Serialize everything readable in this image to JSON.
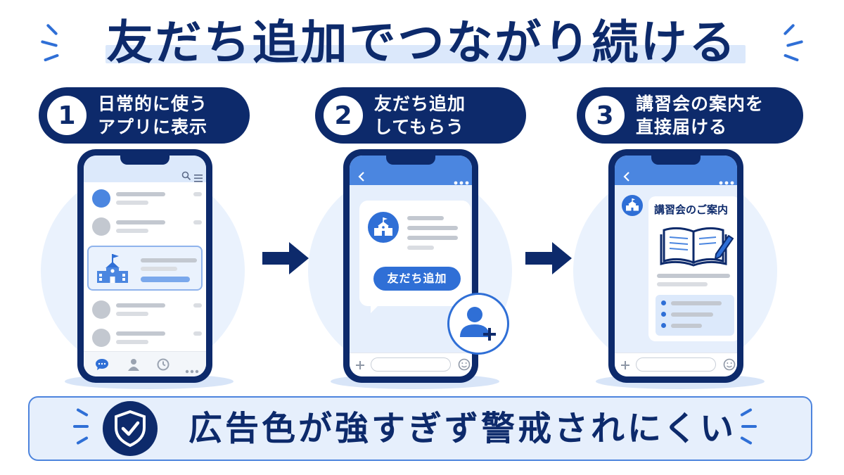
{
  "title": "友だち追加でつながり続ける",
  "steps": [
    {
      "number": "1",
      "text": "日常的に使う\nアプリに表示"
    },
    {
      "number": "2",
      "text": "友だち追加\nしてもらう"
    },
    {
      "number": "3",
      "text": "講習会の案内を\n直接届ける"
    }
  ],
  "phone2": {
    "add_friend_button": "友だち追加"
  },
  "phone3": {
    "card_title": "講習会のご案内"
  },
  "bottom": {
    "text": "広告色が強すぎず警戒されにくい"
  },
  "colors": {
    "navy": "#0d2a6b",
    "accent": "#2f6fd6",
    "light_blue": "#eaf2fd",
    "header_blue": "#4b86e0"
  },
  "icons": [
    "search-icon",
    "menu-icon",
    "school-icon",
    "chat-icon",
    "person-icon",
    "clock-icon",
    "more-icon",
    "back-icon",
    "plus-icon",
    "smile-icon",
    "add-user-icon",
    "book-pencil-icon",
    "shield-check-icon",
    "arrow-right-icon"
  ]
}
